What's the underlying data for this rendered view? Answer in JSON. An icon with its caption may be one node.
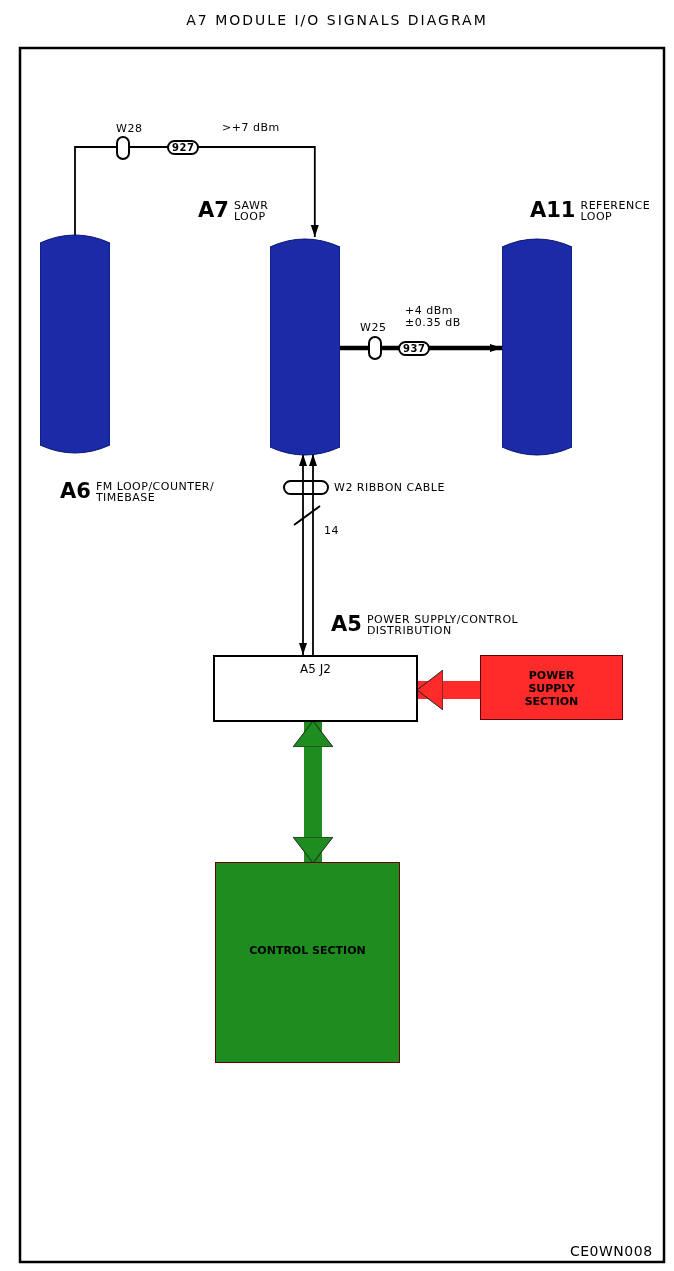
{
  "diagram": {
    "title": "A7 MODULE I/O SIGNALS DIAGRAM",
    "nodes": [
      {
        "text": [
          "A6",
          "FM LOOP/COUNTER/ TIMEBASE"
        ]
      },
      {
        "text": [
          "A7",
          "SAWR LOOP"
        ]
      },
      {
        "text": [
          "A11",
          "REFERENCE LOOP"
        ]
      },
      {
        "text": [
          "A5",
          "POWER SUPPLY/CONTROL DISTRIBUTION",
          "A5 J2"
        ]
      },
      {
        "text": [
          "POWER SUPPLY SECTION"
        ]
      },
      {
        "text": [
          "CONTROL SECTION"
        ]
      }
    ],
    "edges": [
      {
        "from": 0,
        "to": 1,
        "arrow": "to",
        "label": ">+7 dBm"
      },
      {
        "from": 1,
        "to": 2,
        "arrow": "to",
        "label": "+4 dBm ±0.35 dB",
        "style": "thick"
      },
      {
        "from": 1,
        "to": 3,
        "arrow": "both"
      },
      {
        "from": 3,
        "to": 1,
        "arrow": "to"
      },
      {
        "from": 4,
        "to": 3,
        "arrow": "to",
        "style": "thick",
        "color": "#ff2a2a"
      },
      {
        "from": 3,
        "to": 5,
        "arrow": "both",
        "style": "thick",
        "color": "#1e8c1e"
      }
    ],
    "labels": [
      "W28",
      "927",
      "W25",
      "937",
      "W2 RIBBON CABLE",
      "14",
      "CE0WN008"
    ]
  }
}
